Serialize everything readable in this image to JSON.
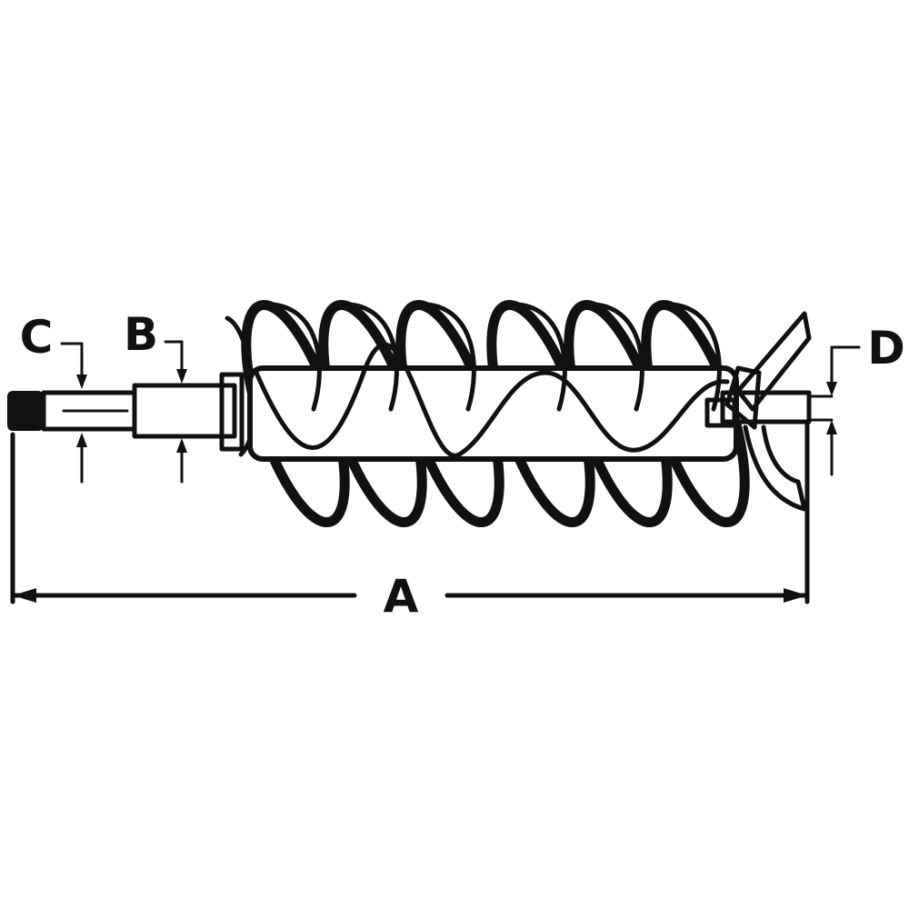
{
  "dimension_labels": {
    "overall_length": "A",
    "shaft_diameter": "B",
    "hex_drive": "C",
    "pilot_tip": "D"
  },
  "colors": {
    "line": "#111111",
    "background": "#ffffff"
  }
}
